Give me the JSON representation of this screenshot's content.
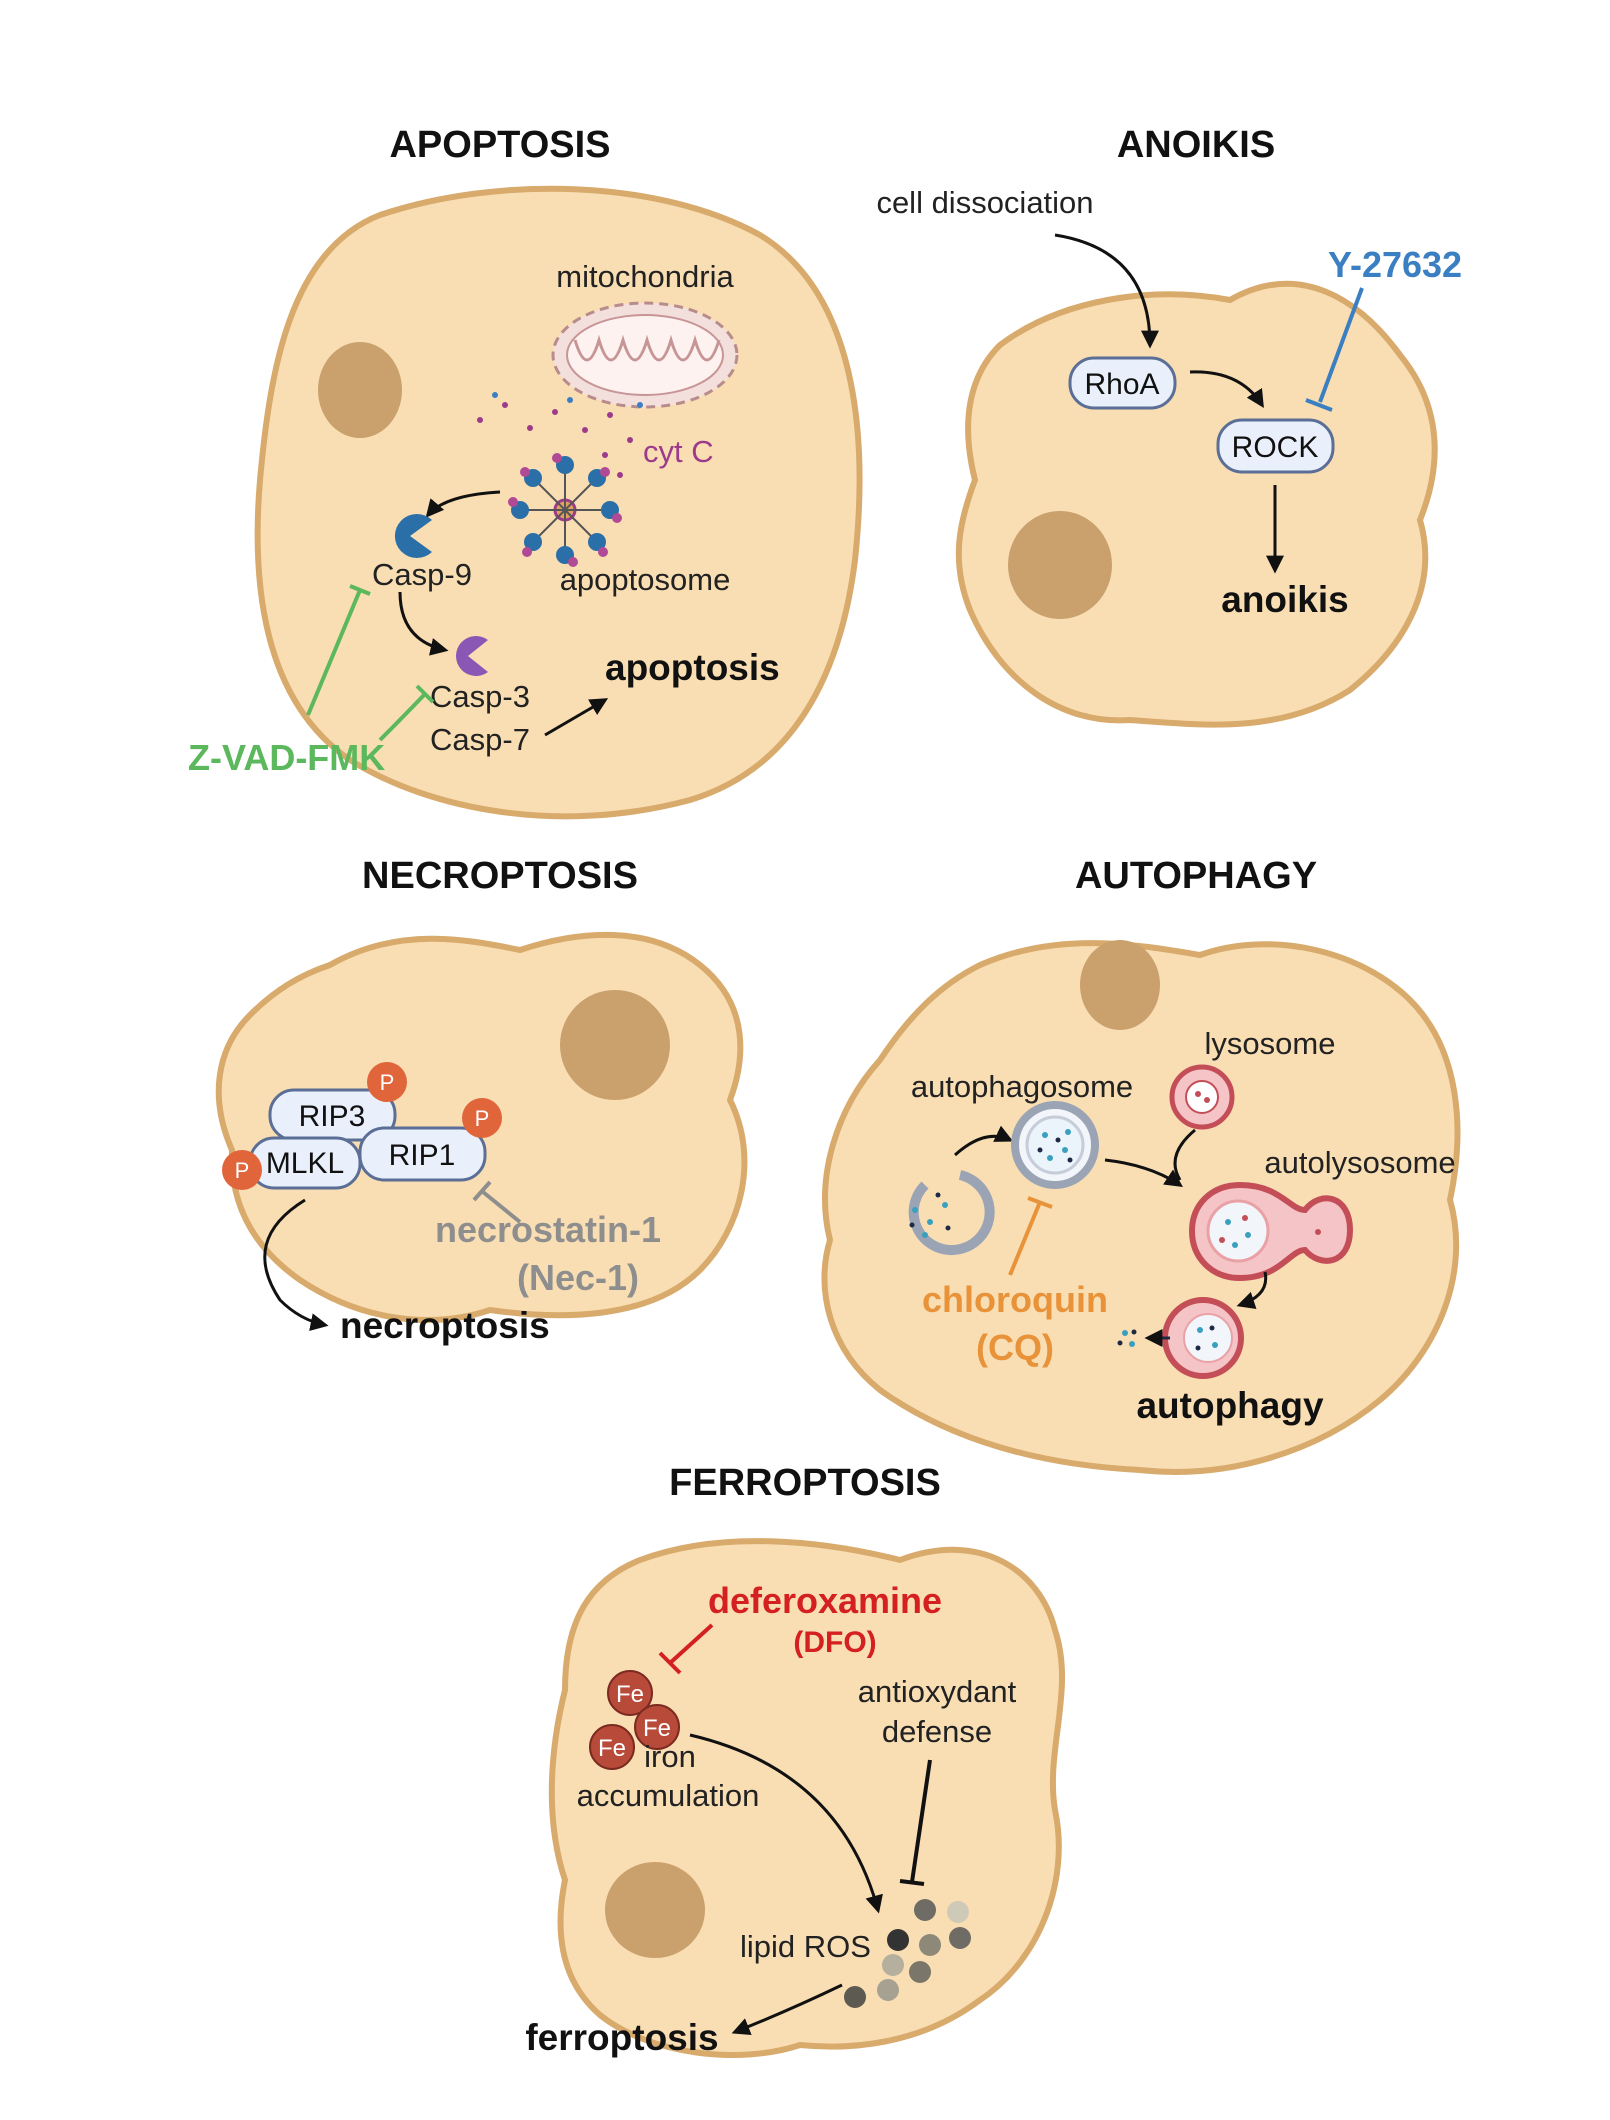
{
  "panels": {
    "apoptosis": {
      "title": "APOPTOSIS",
      "mitochondria": "mitochondria",
      "cyt_c": "cyt C",
      "apoptosome": "apoptosome",
      "casp9": "Casp-9",
      "casp3": "Casp-3",
      "casp7": "Casp-7",
      "outcome": "apoptosis",
      "inhibitor": "Z-VAD-FMK"
    },
    "anoikis": {
      "title": "ANOIKIS",
      "trigger": "cell dissociation",
      "rhoa": "RhoA",
      "rock": "ROCK",
      "outcome": "anoikis",
      "inhibitor": "Y-27632"
    },
    "necroptosis": {
      "title": "NECROPTOSIS",
      "rip3": "RIP3",
      "rip1": "RIP1",
      "mlkl": "MLKL",
      "phospho": "P",
      "inhibitor_line1": "necrostatin-1",
      "inhibitor_line2": "(Nec-1)",
      "outcome": "necroptosis"
    },
    "autophagy": {
      "title": "AUTOPHAGY",
      "autophagosome": "autophagosome",
      "lysosome": "lysosome",
      "autolysosome": "autolysosome",
      "inhibitor_line1": "chloroquin",
      "inhibitor_line2": "(CQ)",
      "outcome": "autophagy"
    },
    "ferroptosis": {
      "title": "FERROPTOSIS",
      "inhibitor_line1": "deferoxamine",
      "inhibitor_line2": "(DFO)",
      "fe": "Fe",
      "iron_line1": "iron",
      "iron_line2": "accumulation",
      "antiox_line1": "antioxydant",
      "antiox_line2": "defense",
      "lipid_ros": "lipid ROS",
      "outcome": "ferroptosis"
    }
  },
  "colors": {
    "cytoplasm": "#f9deb3",
    "membrane": "#d8aa6c",
    "nucleus": "#caa06c",
    "zvad": "#5cb85c",
    "y27632": "#3a7fc1",
    "nec1": "#8e8e8e",
    "cq": "#e8923a",
    "dfo": "#d42020"
  }
}
